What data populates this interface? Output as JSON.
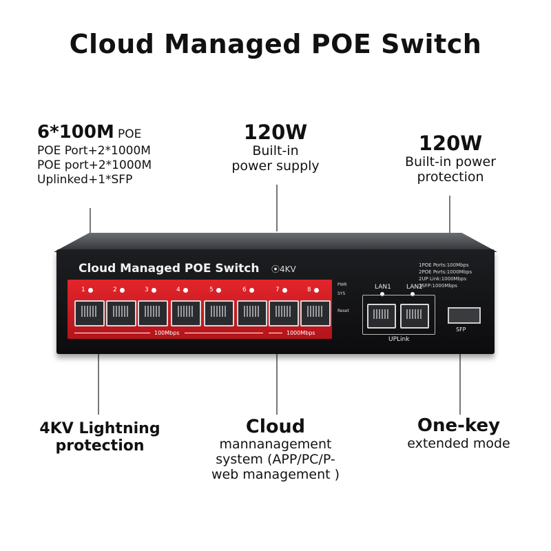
{
  "title": "Cloud Managed POE Switch",
  "left_top": {
    "headline": "6*100M",
    "headline_suffix": "POE",
    "lines": [
      "POE Port+2*1000M",
      "POE port+2*1000M",
      "Uplinked+1*SFP"
    ]
  },
  "center_top": {
    "headline": "120W",
    "lines": [
      "Built-in",
      "power supply"
    ]
  },
  "right_top": {
    "headline": "120W",
    "lines": [
      "Built-in power",
      "protection"
    ]
  },
  "left_bottom": {
    "lines": [
      "4KV Lightning",
      "protection"
    ]
  },
  "center_bottom": {
    "headline": "Cloud",
    "lines": [
      "mannanagement",
      "system (APP/PC/P-",
      "web management )"
    ]
  },
  "right_bottom": {
    "headline": "One-key",
    "lines": [
      "extended mode"
    ]
  },
  "device": {
    "label": "Cloud Managed POE Switch",
    "kv_badge": "⦿4KV",
    "port_numbers": [
      "1",
      "2",
      "3",
      "4",
      "5",
      "6",
      "7",
      "8"
    ],
    "speed_left": "100Mbps",
    "speed_right": "1000Mbps",
    "mid_labels": [
      "PWR",
      "SYS",
      "Reset"
    ],
    "uplink_ports": [
      "LAN1",
      "LAN2"
    ],
    "uplink_label": "UPLink",
    "sfp_label": "SFP",
    "specs": [
      "1POE Ports:100Mbps",
      "2POE Ports:1000Mbps",
      "2UP Link:1000Mbps",
      "1SFP:1000Mbps"
    ]
  }
}
